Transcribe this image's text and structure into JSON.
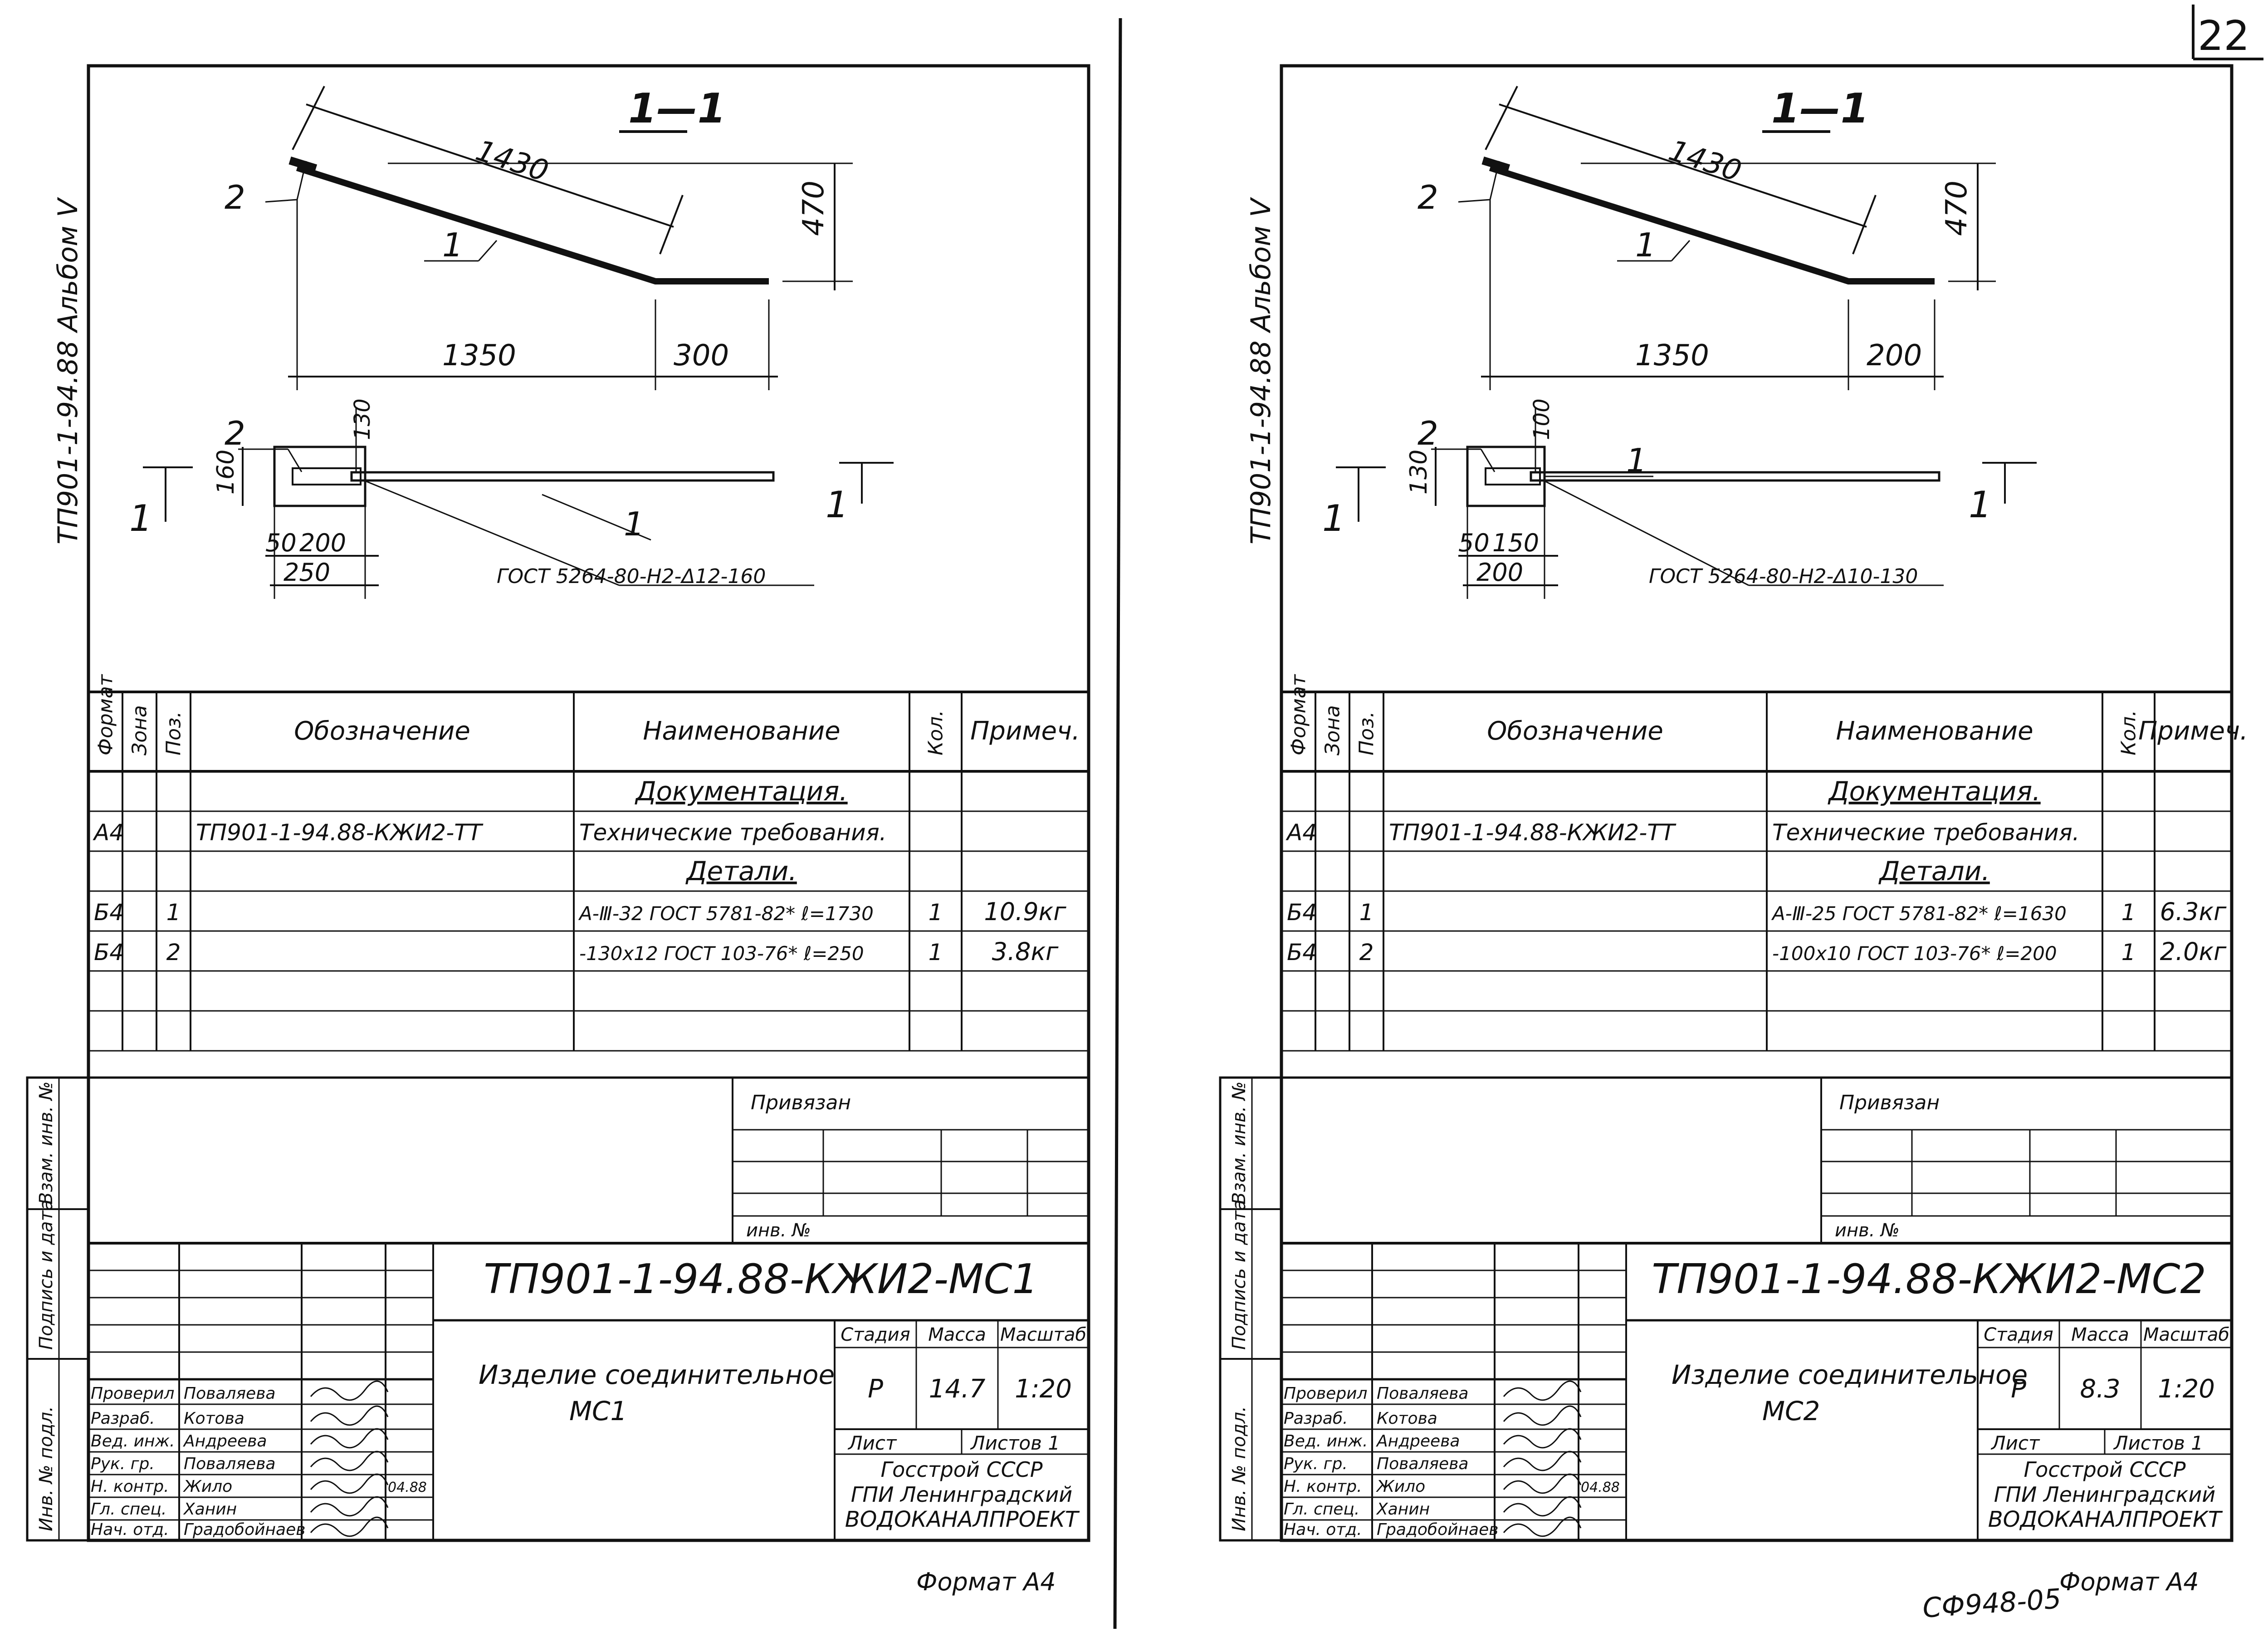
{
  "page_number": "22",
  "archive_code": "СФ948-05",
  "sheets": [
    {
      "id": "mc1",
      "side_text": "ТП901-1-94.88 Альбом V",
      "format_label": "Формат А4",
      "section_title": "1—1",
      "dims": {
        "len_diag": "1430",
        "height": "470",
        "len_base": "1350",
        "len_tail": "300",
        "plate_w": "160",
        "weld_h": "130",
        "a": "50",
        "b": "200",
        "c": "250"
      },
      "pos_labels": {
        "pos1": "1",
        "pos2": "2"
      },
      "section_marker": "1",
      "weld_note": "ГОСТ 5264-80-Н2-Δ12-160",
      "spec": {
        "headers": [
          "Формат",
          "Зона",
          "Поз.",
          "Обозначение",
          "Наименование",
          "Кол.",
          "Примеч."
        ],
        "rows": [
          [
            "",
            "",
            "",
            "",
            "Документация.",
            "",
            ""
          ],
          [
            "А4",
            "",
            "",
            "ТП901-1-94.88-КЖИ2-ТТ",
            "Технические требования.",
            "",
            ""
          ],
          [
            "",
            "",
            "",
            "",
            "Детали.",
            "",
            ""
          ],
          [
            "Б4",
            "",
            "1",
            "",
            "А-Ⅲ-32 ГОСТ 5781-82* ℓ=1730",
            "1",
            "10.9кг"
          ],
          [
            "Б4",
            "",
            "2",
            "",
            "-130х12 ГОСТ 103-76* ℓ=250",
            "1",
            "3.8кг"
          ],
          [
            "",
            "",
            "",
            "",
            "",
            "",
            ""
          ],
          [
            "",
            "",
            "",
            "",
            "",
            "",
            ""
          ]
        ]
      },
      "side_labels": [
        "Взам. инв. №",
        "Подпись и дата",
        "Инв. № подл."
      ],
      "privyazan": "Привязан",
      "inv_no": "инв. №",
      "doc_code": "ТП901-1-94.88-КЖИ2-МС1",
      "item_name_1": "Изделие соединительное",
      "item_name_2": "МС1",
      "stage_headers": [
        "Стадия",
        "Масса",
        "Масштаб"
      ],
      "stage_values": [
        "Р",
        "14.7",
        "1:20"
      ],
      "list_label": "Лист",
      "lists_label": "Листов 1",
      "org": [
        "Госстрой СССР",
        "ГПИ Ленинградский",
        "ВОДОКАНАЛПРОЕКТ"
      ],
      "staff": [
        [
          "Проверил",
          "Поваляева",
          "",
          ""
        ],
        [
          "Разраб.",
          "Котова",
          "",
          ""
        ],
        [
          "Вед. инж.",
          "Андреева",
          "",
          ""
        ],
        [
          "Рук. гр.",
          "Поваляева",
          "",
          ""
        ],
        [
          "Н. контр.",
          "Жило",
          "",
          "04.88"
        ],
        [
          "Гл. спец.",
          "Ханин",
          "",
          ""
        ],
        [
          "Нач. отд.",
          "Градобойнаев",
          "",
          ""
        ]
      ]
    },
    {
      "id": "mc2",
      "side_text": "ТП901-1-94.88 Альбом V",
      "format_label": "Формат А4",
      "section_title": "1—1",
      "dims": {
        "len_diag": "1430",
        "height": "470",
        "len_base": "1350",
        "len_tail": "200",
        "plate_w": "130",
        "weld_h": "100",
        "a": "50",
        "b": "150",
        "c": "200"
      },
      "pos_labels": {
        "pos1": "1",
        "pos2": "2"
      },
      "section_marker": "1",
      "weld_note": "ГОСТ 5264-80-Н2-Δ10-130",
      "spec": {
        "headers": [
          "Формат",
          "Зона",
          "Поз.",
          "Обозначение",
          "Наименование",
          "Кол.",
          "Примеч."
        ],
        "rows": [
          [
            "",
            "",
            "",
            "",
            "Документация.",
            "",
            ""
          ],
          [
            "А4",
            "",
            "",
            "ТП901-1-94.88-КЖИ2-ТТ",
            "Технические требования.",
            "",
            ""
          ],
          [
            "",
            "",
            "",
            "",
            "Детали.",
            "",
            ""
          ],
          [
            "Б4",
            "",
            "1",
            "",
            "А-Ⅲ-25 ГОСТ 5781-82* ℓ=1630",
            "1",
            "6.3кг"
          ],
          [
            "Б4",
            "",
            "2",
            "",
            "-100х10 ГОСТ 103-76* ℓ=200",
            "1",
            "2.0кг"
          ],
          [
            "",
            "",
            "",
            "",
            "",
            "",
            ""
          ],
          [
            "",
            "",
            "",
            "",
            "",
            "",
            ""
          ]
        ]
      },
      "side_labels": [
        "Взам. инв. №",
        "Подпись и дата",
        "Инв. № подл."
      ],
      "privyazan": "Привязан",
      "inv_no": "инв. №",
      "doc_code": "ТП901-1-94.88-КЖИ2-МС2",
      "item_name_1": "Изделие соединительное",
      "item_name_2": "МС2",
      "stage_headers": [
        "Стадия",
        "Масса",
        "Масштаб"
      ],
      "stage_values": [
        "Р",
        "8.3",
        "1:20"
      ],
      "list_label": "Лист",
      "lists_label": "Листов 1",
      "org": [
        "Госстрой СССР",
        "ГПИ Ленинградский",
        "ВОДОКАНАЛПРОЕКТ"
      ],
      "staff": [
        [
          "Проверил",
          "Поваляева",
          "",
          ""
        ],
        [
          "Разраб.",
          "Котова",
          "",
          ""
        ],
        [
          "Вед. инж.",
          "Андреева",
          "",
          ""
        ],
        [
          "Рук. гр.",
          "Поваляева",
          "",
          ""
        ],
        [
          "Н. контр.",
          "Жило",
          "",
          "04.88"
        ],
        [
          "Гл. спец.",
          "Ханин",
          "",
          ""
        ],
        [
          "Нач. отд.",
          "Градобойнаев",
          "",
          ""
        ]
      ]
    }
  ]
}
